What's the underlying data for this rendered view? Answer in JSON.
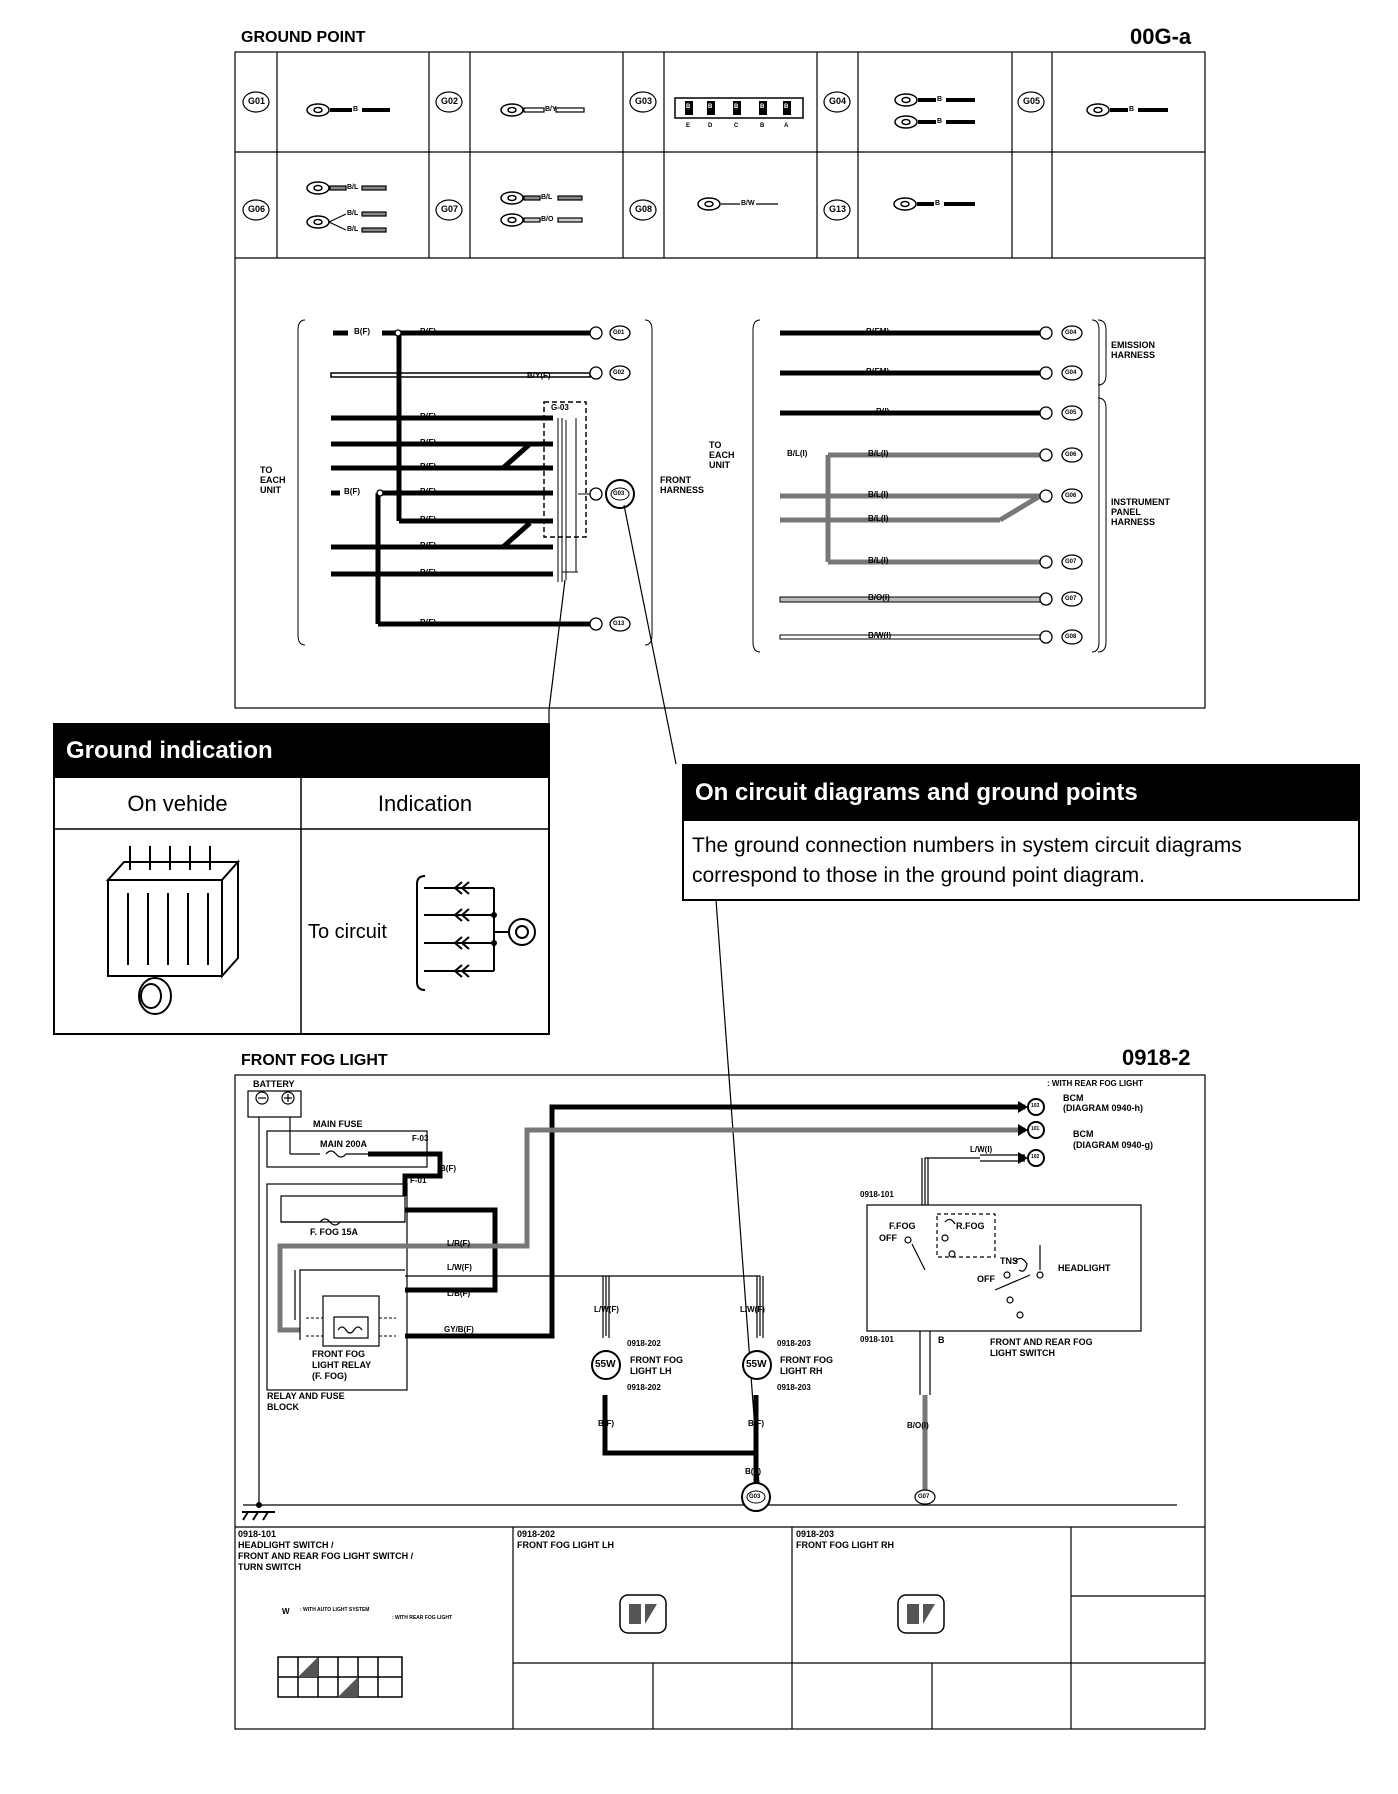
{
  "ground_point": {
    "title": "GROUND POINT",
    "code": "00G-a",
    "row1": [
      {
        "id": "G01",
        "wires": [
          "B"
        ]
      },
      {
        "id": "G02",
        "wires": [
          "B/Y"
        ]
      },
      {
        "id": "G03",
        "pins_top": [
          "B",
          "B",
          "B",
          "B",
          "B"
        ],
        "pins_bottom": [
          "E",
          "D",
          "C",
          "B",
          "A"
        ]
      },
      {
        "id": "G04",
        "wires": [
          "B",
          "B"
        ]
      },
      {
        "id": "G05",
        "wires": [
          "B"
        ]
      }
    ],
    "row2": [
      {
        "id": "G06",
        "wires": [
          "B/L",
          "B/L",
          "B/L"
        ]
      },
      {
        "id": "G07",
        "wires": [
          "B/L",
          "B/O"
        ]
      },
      {
        "id": "G08",
        "wires": [
          "B/W"
        ]
      },
      {
        "id": "G13",
        "wires": [
          "B"
        ]
      }
    ],
    "left_block": {
      "to_each_unit": [
        "TO",
        "EACH",
        "UNIT"
      ],
      "front_harness": [
        "FRONT",
        "HARNESS"
      ],
      "connector": "G-03",
      "wires": [
        "B(F)",
        "B(F)",
        "B/Y(F)",
        "B(F)",
        "B(F)",
        "B(F)",
        "B(F)",
        "B(F)",
        "B(F)",
        "B(F)",
        "B(F)",
        "B(F)",
        "B(F)"
      ],
      "grounds": [
        "G01",
        "G02",
        "G03",
        "G13"
      ]
    },
    "right_block": {
      "to_each_unit": [
        "TO",
        "EACH",
        "UNIT"
      ],
      "emission_harness": [
        "EMISSION",
        "HARNESS"
      ],
      "instrument_panel_harness": [
        "INSTRUMENT",
        "PANEL",
        "HARNESS"
      ],
      "wires": [
        "B(EM)",
        "B(EM)",
        "B(I)",
        "B/L(I)",
        "B/L(I)",
        "B/L(I)",
        "B/L(I)",
        "B/L(I)",
        "B/O(I)",
        "B/W(I)"
      ],
      "grounds": [
        "G04",
        "G04",
        "G05",
        "G06",
        "G06",
        "G07",
        "G07",
        "G08"
      ]
    }
  },
  "ground_indication": {
    "title": "Ground indication",
    "col1": "On vehide",
    "col2": "Indication",
    "to_circuit": "To circuit"
  },
  "circuit_callout": {
    "title": "On circuit diagrams and ground points",
    "text_line1": "The ground connection numbers in system circuit diagrams",
    "text_line2": "correspond to those in the ground point diagram."
  },
  "fog_light": {
    "title": "FRONT FOG LIGHT",
    "code": "0918-2",
    "legend_note": ": WITH REAR FOG LIGHT",
    "battery": "BATTERY",
    "main_fuse": "MAIN FUSE",
    "main_200a": "MAIN 200A",
    "f03": "F-03",
    "f01": "F-01",
    "bf": "B(F)",
    "ffog_15a": "F. FOG 15A",
    "lr": "L/R(F)",
    "lw": "L/W(F)",
    "lb": "L/B(F)",
    "gyb": "GY/B(F)",
    "relay": [
      "FRONT FOG",
      "LIGHT RELAY",
      "(F. FOG)"
    ],
    "relay_block": [
      "RELAY AND FUSE",
      "BLOCK"
    ],
    "bcm1": [
      "BCM",
      "(DIAGRAM 0940-h)"
    ],
    "bcm2": [
      "BCM",
      "(DIAGRAM 0940-g)"
    ],
    "pin_103": "103",
    "pin_101": "101",
    "pin_102": "102",
    "lw_i": "L/W(I)",
    "conn_0918_101": "0918-101",
    "switch_labels": {
      "f_fog": "F.FOG",
      "off1": "OFF",
      "r_fog": "R.FOG",
      "tns": "TNS",
      "off2": "OFF",
      "headlight": "HEADLIGHT",
      "b": "B"
    },
    "switch_name": [
      "FRONT AND REAR FOG",
      "LIGHT SWITCH"
    ],
    "lamp_lh": {
      "conn": "0918-202",
      "watt": "55W",
      "name": [
        "FRONT FOG",
        "LIGHT LH"
      ],
      "wire_in": "L/W(F)",
      "wire_out": "B(F)"
    },
    "lamp_rh": {
      "conn": "0918-203",
      "watt": "55W",
      "name": [
        "FRONT FOG",
        "LIGHT RH"
      ],
      "wire_in": "L/W(F)",
      "wire_out": "B(F)"
    },
    "bo_i": "B/O(I)",
    "bf_bottom": "B(F)",
    "g03": "G03",
    "g07": "G07",
    "table": [
      {
        "id": "0918-101",
        "name": [
          "HEADLIGHT SWITCH /",
          "FRONT AND REAR FOG LIGHT SWITCH /",
          "TURN SWITCH"
        ],
        "note_w": "W",
        "note1": ": WITH AUTO LIGHT SYSTEM",
        "note2": ": WITH REAR FOG LIGHT"
      },
      {
        "id": "0918-202",
        "name": [
          "FRONT FOG LIGHT LH"
        ]
      },
      {
        "id": "0918-203",
        "name": [
          "FRONT FOG LIGHT RH"
        ]
      }
    ]
  }
}
